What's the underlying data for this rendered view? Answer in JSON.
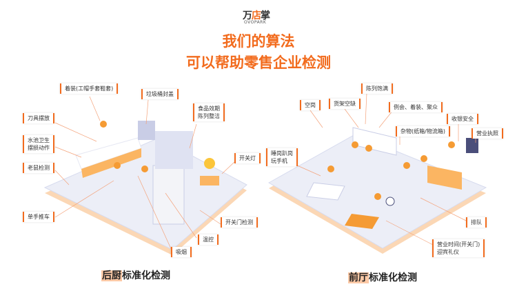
{
  "logo": {
    "cn_a": "万",
    "cn_b": "店",
    "cn_c": "掌",
    "en": "OVOPARK"
  },
  "headline": {
    "line1": "我们的算法",
    "line2": "可以帮助零售企业检测"
  },
  "kitchen": {
    "title_highlight": "后厨",
    "title_rest": "标准化检测",
    "labels": [
      "着装(工帽手套鞋套)",
      "垃圾桶封盖",
      "食品效期\n陈列整洁",
      "刀具摆放",
      "水池卫生\n摆损动作",
      "老鼠检测",
      "开关灯",
      "单手推车",
      "开关门检测",
      "温控",
      "吸烟"
    ]
  },
  "front": {
    "title_highlight": "前厅",
    "title_rest": "标准化检测",
    "labels": [
      "空岗",
      "货架空缺",
      "陈列饱满",
      "例会、着装、聚众",
      "杂物(纸箱/物流箱)",
      "收银安全",
      "营业执照",
      "睡岗趴岗\n玩手机",
      "排队",
      "营业时间(开关门)\n迎宾礼仪"
    ]
  },
  "colors": {
    "accent": "#f26b1d",
    "platform": "#eceef7",
    "platform_edge": "#c9cde6"
  }
}
